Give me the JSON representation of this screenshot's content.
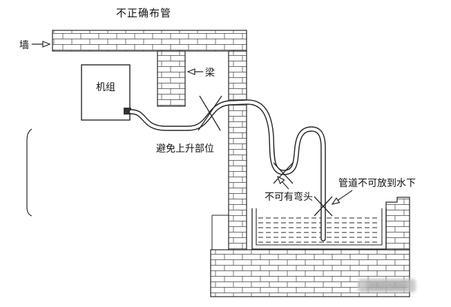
{
  "diagram": {
    "title": "不正确布管",
    "labels": {
      "wall": "墙",
      "beam": "梁",
      "unit": "机组",
      "avoid_rising": "避免上升部位",
      "no_elbow": "不可有弯头",
      "no_underwater": "管道不可放到水下"
    },
    "colors": {
      "line": "#222222",
      "brick_line": "#3a3a3a",
      "background": "#ffffff",
      "watermark": "#bfbfbf"
    }
  }
}
